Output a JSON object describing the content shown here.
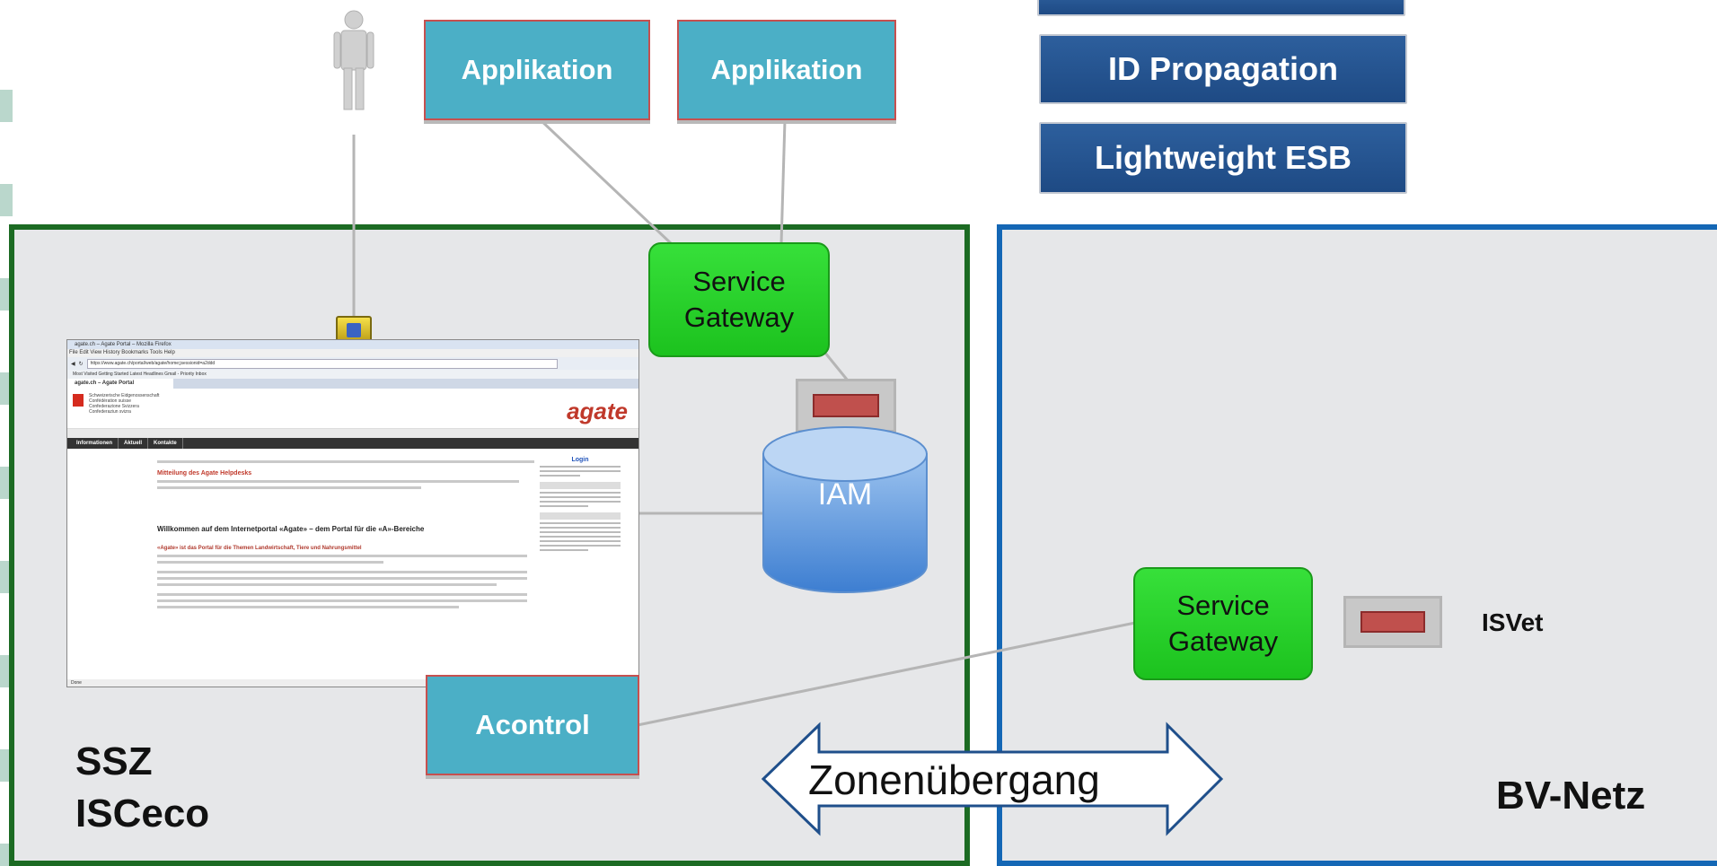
{
  "top_buttons": {
    "id_propagation": "ID Propagation",
    "lightweight_esb": "Lightweight ESB"
  },
  "applications": {
    "app1": "Applikation",
    "app2": "Applikation",
    "acontrol": "Acontrol"
  },
  "gateways": {
    "left": [
      "Service",
      "Gateway"
    ],
    "right": [
      "Service",
      "Gateway"
    ]
  },
  "iam": "IAM",
  "zones": {
    "ssz_line1": "SSZ",
    "ssz_line2": "ISCeco",
    "bv": "BV-Netz",
    "transition": "Zonenübergang"
  },
  "isvet": "ISVet",
  "browser": {
    "title": "agate.ch – Agate Portal – Mozilla Firefox",
    "menu": "File  Edit  View  History  Bookmarks  Tools  Help",
    "url": "https://www.agate.ch/portal/web/agate/home;jsessionid=a2ddd",
    "bookmarks": "Most Visited   Getting Started   Latest Headlines   Gmail - Priority Inbox",
    "tab": "agate.ch – Agate Portal",
    "federation": [
      "Schweizerische Eidgenossenschaft",
      "Confédération suisse",
      "Confederazione Svizzera",
      "Confederaziun svizra"
    ],
    "logo": "agate",
    "nav": [
      "Informationen",
      "Aktuell",
      "Kontakte"
    ],
    "heading1": "Mitteilung des Agate Helpdesks",
    "heading2": "Willkommen auf dem Internetportal «Agate» – dem Portal für die «A»-Bereiche",
    "heading3": "«Agate» ist das Portal für die Themen Landwirtschaft, Tiere und Nahrungsmittel",
    "login": "Login",
    "status": "Done"
  },
  "colors": {
    "ssz_border": "#1c6b23",
    "bv_border": "#1467b5",
    "teal": "#4bafc6",
    "gateway_green": "#22c91f",
    "button_blue": "#1e4a84"
  }
}
